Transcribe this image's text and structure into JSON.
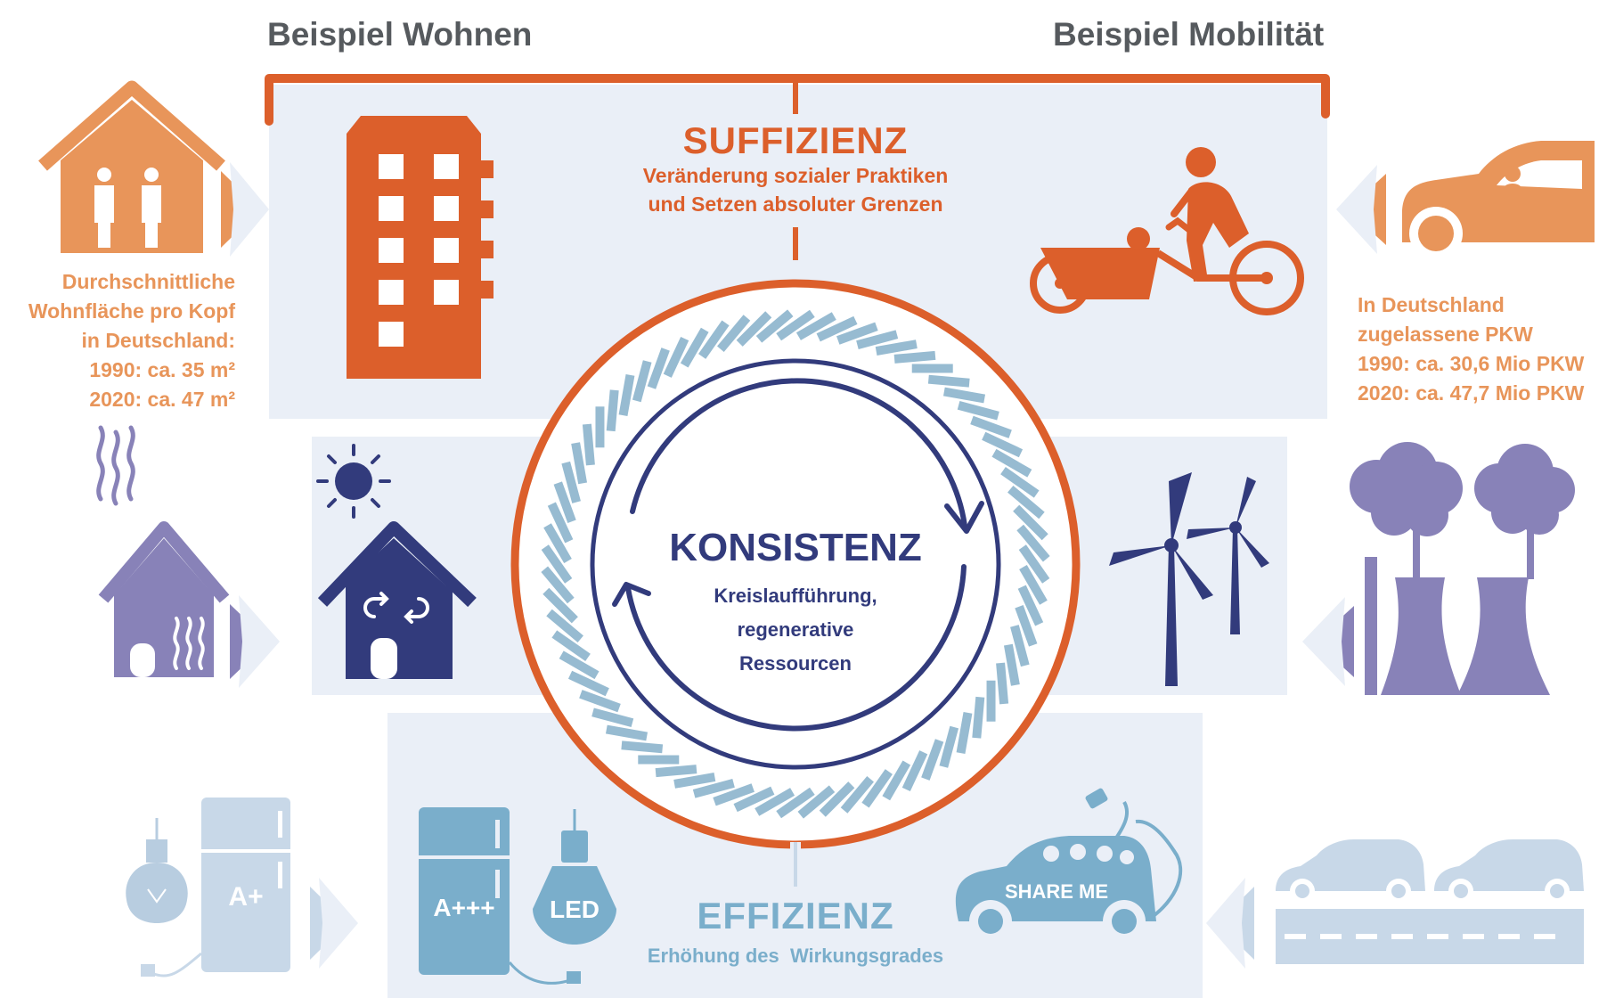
{
  "headings": {
    "left": "Beispiel Wohnen",
    "right": "Beispiel Mobilität"
  },
  "suffizienz": {
    "title": "SUFFIZIENZ",
    "line1": "Veränderung sozialer Praktiken",
    "line2": "und Setzen absoluter Grenzen"
  },
  "konsistenz": {
    "title": "KONSISTENZ",
    "line1": "Kreislaufführung,",
    "line2": "regenerative",
    "line3": "Ressourcen"
  },
  "effizienz": {
    "title": "EFFIZIENZ",
    "subtitle": "Erhöhung des  Wirkungsgrades"
  },
  "wohnen_stats": {
    "l1": "Durchschnittliche",
    "l2": "Wohnfläche pro Kopf",
    "l3": "in Deutschland:",
    "l4": "1990: ca. 35 m²",
    "l5": "2020: ca. 47 m²"
  },
  "pkw_stats": {
    "l1": "In Deutschland",
    "l2": "zugelassene PKW",
    "l3": "1990: ca. 30,6 Mio PKW",
    "l4": "2020: ca. 47,7 Mio PKW"
  },
  "labels": {
    "fridge_old": "A+",
    "fridge_new": "A+++",
    "led": "LED",
    "share": "SHARE ME"
  },
  "colors": {
    "orange": "#dc5f2b",
    "orange_light": "#e8955a",
    "navy": "#323b7c",
    "purple": "#8882b8",
    "blue_light": "#97bbd1",
    "panel": "#eaeff7"
  }
}
